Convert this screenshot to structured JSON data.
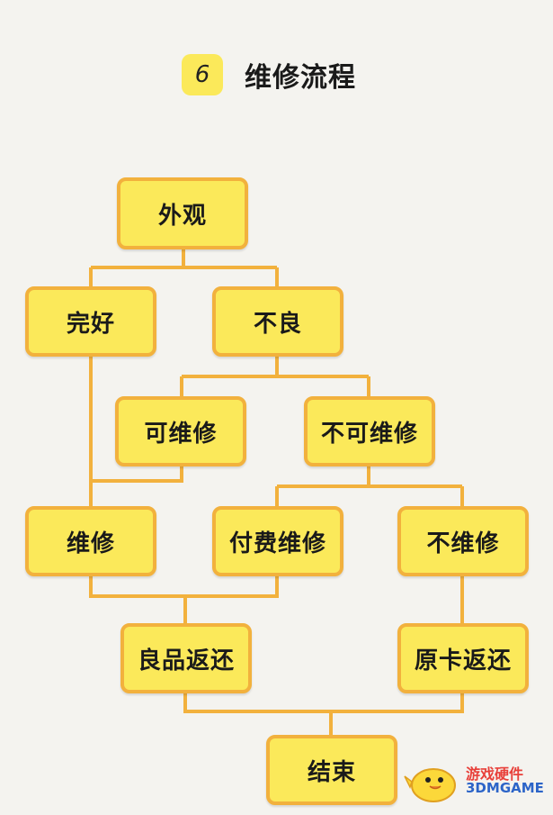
{
  "header": {
    "step": "6",
    "title": "维修流程"
  },
  "nodes": {
    "appearance": "外观",
    "good": "完好",
    "bad": "不良",
    "repairable": "可维修",
    "unrepairable": "不可维修",
    "repair": "维修",
    "paid_repair": "付费维修",
    "no_repair": "不维修",
    "return_good": "良品返还",
    "return_original": "原卡返还",
    "end": "结束"
  },
  "watermark": {
    "brand": "游戏硬件",
    "site": "3DMGAME"
  },
  "colors": {
    "box_fill": "#fbe95a",
    "box_border": "#f2b13d",
    "connector": "#f2b13d",
    "background": "#f4f3ef"
  }
}
